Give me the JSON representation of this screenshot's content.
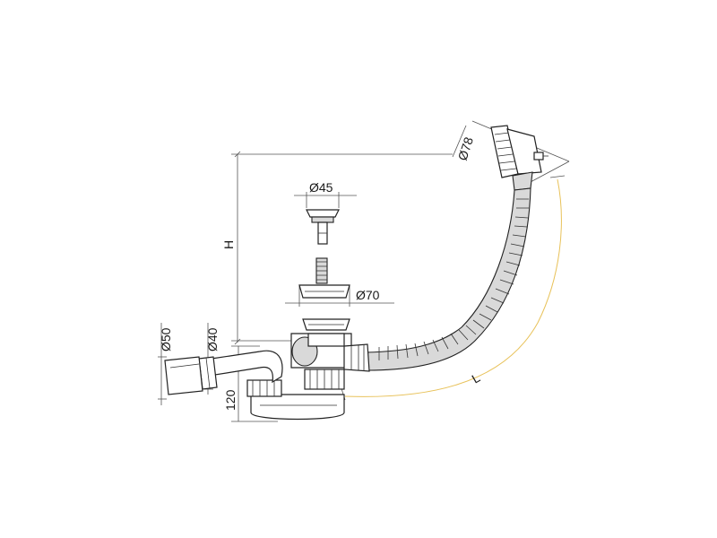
{
  "dimensions": {
    "overflow_diameter": "Ø78",
    "plug_diameter": "Ø45",
    "waste_diameter": "Ø70",
    "outlet_outer_diameter": "Ø50",
    "outlet_inner_diameter": "Ø40",
    "trap_height": "120",
    "height_label": "H",
    "length_label": "L"
  },
  "colors": {
    "line": "#222222",
    "dimension_line": "#555555",
    "dimension_accent": "#e8c25a",
    "part_fill": "#ffffff",
    "hose_fill": "#d9d9d9"
  }
}
